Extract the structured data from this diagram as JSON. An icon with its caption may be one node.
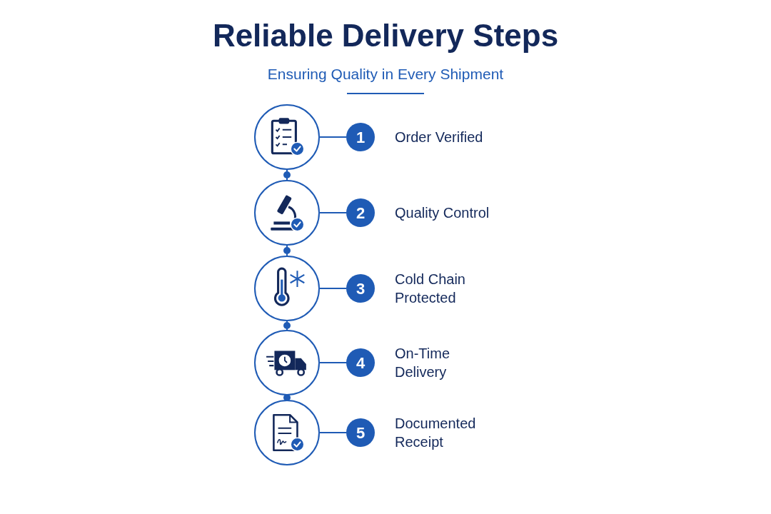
{
  "diagram": {
    "title": "Reliable Delivery Steps",
    "caption": "Ensuring Quality in Every Shipment",
    "nodes": [
      {
        "text": [],
        "shape": "circle"
      },
      {
        "text": [
          "1"
        ],
        "beside": [
          "Order Verified"
        ]
      },
      {
        "text": [],
        "shape": "circle"
      },
      {
        "text": [
          "2"
        ],
        "beside": [
          "Quality Control"
        ]
      },
      {
        "text": [],
        "shape": "circle"
      },
      {
        "text": [
          "3"
        ],
        "beside": [
          "Cold Chain Protected"
        ]
      },
      {
        "text": [],
        "shape": "circle"
      },
      {
        "text": [
          "4"
        ],
        "beside": [
          "On-Time Delivery"
        ]
      },
      {
        "text": [],
        "shape": "circle"
      },
      {
        "text": [
          "5"
        ],
        "beside": [
          "Documented Receipt"
        ]
      }
    ],
    "edges": [
      {
        "from": 0,
        "to": 1,
        "arrow": "none"
      },
      {
        "from": 0,
        "to": 2,
        "arrow": "other"
      },
      {
        "from": 2,
        "to": 3,
        "arrow": "none"
      },
      {
        "from": 2,
        "to": 4,
        "arrow": "other"
      },
      {
        "from": 4,
        "to": 5,
        "arrow": "none"
      },
      {
        "from": 4,
        "to": 6,
        "arrow": "other"
      },
      {
        "from": 6,
        "to": 7,
        "arrow": "none"
      },
      {
        "from": 6,
        "to": 8,
        "arrow": "other"
      },
      {
        "from": 8,
        "to": 9,
        "arrow": "none"
      }
    ]
  }
}
